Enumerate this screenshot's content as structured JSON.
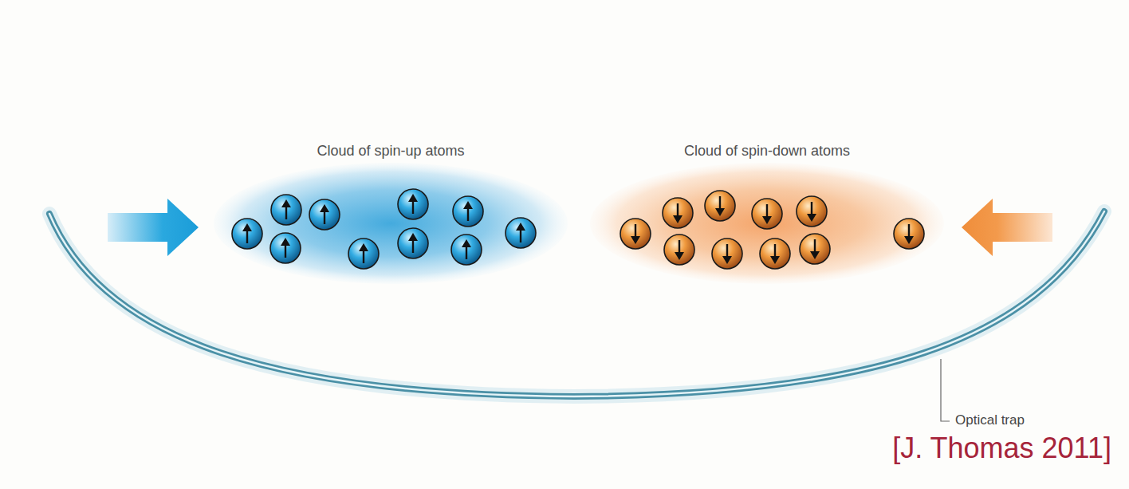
{
  "diagram": {
    "nodes": [
      {
        "text": [
          "Cloud of spin-up atoms"
        ]
      },
      {
        "text": [
          "Cloud of spin-down atoms"
        ]
      }
    ],
    "labels": [
      "Optical trap",
      "[J. Thomas 2011]"
    ]
  }
}
